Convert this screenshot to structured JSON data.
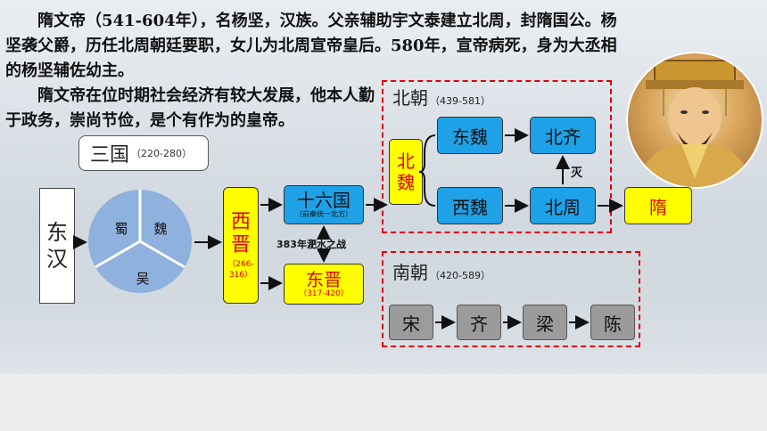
{
  "intro": {
    "para1": "隋文帝（541-604年），名杨坚，汉族。父亲辅助宇文泰建立北周，封隋国公。杨坚袭父爵，历任北周朝廷要职，女儿为北周宣帝皇后。580年，宣帝病死，身为大丞相的杨坚辅佐幼主。",
    "para2": "隋文帝在位时期社会经济有较大发展，他本人勤于政务，崇尚节俭，是个有作为的皇帝。"
  },
  "diagram": {
    "sanguo": {
      "label": "三国",
      "years": "（220-280）"
    },
    "donghan": {
      "line1": "东",
      "line2": "汉"
    },
    "pie": {
      "shu": "蜀",
      "wei": "魏",
      "wu": "吴"
    },
    "xijin": {
      "line1": "西",
      "line2": "晋",
      "years": "（266-316）"
    },
    "shiliuguo": {
      "label": "十六国",
      "note": "（前秦统一北方）"
    },
    "dongjin": {
      "label": "东晋",
      "years": "（317-420）"
    },
    "feishui": "383年淝水之战",
    "north": {
      "title": "北朝",
      "years": "（439-581）"
    },
    "beiwei": {
      "line1": "北",
      "line2": "魏"
    },
    "dongwei": "东魏",
    "beiqi": "北齐",
    "xiwei": "西魏",
    "beizhou": "北周",
    "mie": "灭",
    "sui": "隋",
    "south": {
      "title": "南朝",
      "years": "（420-589）"
    },
    "song": "宋",
    "qi": "齐",
    "liang": "梁",
    "chen": "陈"
  },
  "colors": {
    "blue_box": "#1ea1e6",
    "yellow_box": "#ffff00",
    "red_text": "#e00000",
    "grey_box": "#9b9b9b",
    "pie_fill": "#8fb1de"
  }
}
